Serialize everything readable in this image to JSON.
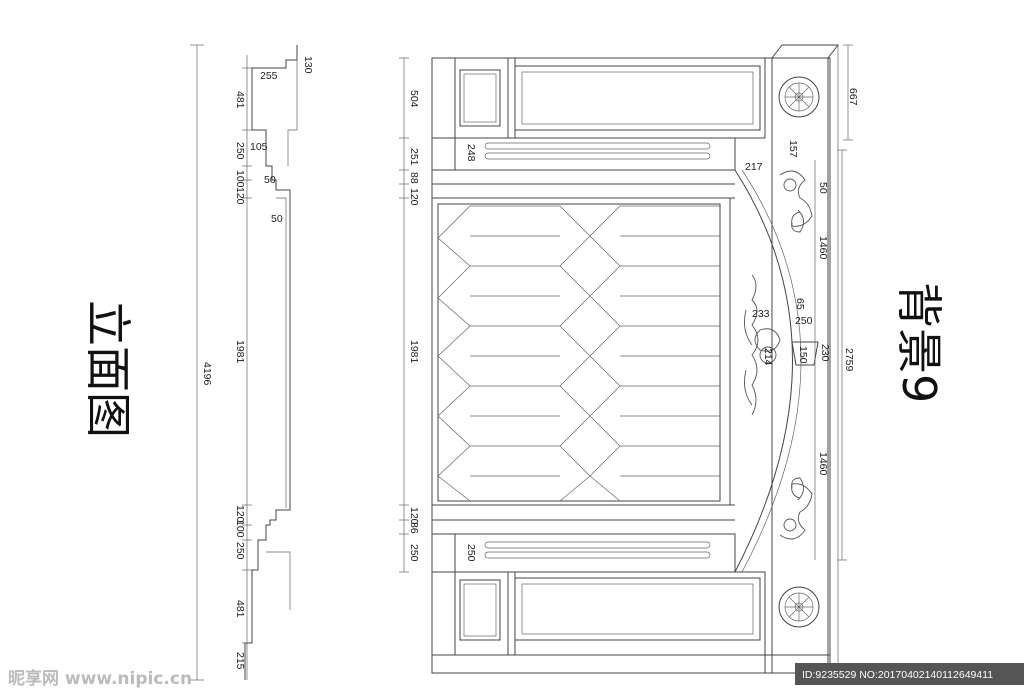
{
  "titles": {
    "section_left": "立面图",
    "section_right": "背景9"
  },
  "left_dims": {
    "d130": "130",
    "d255": "255",
    "d481a": "481",
    "d250a": "250",
    "d105": "105",
    "d100a": "100",
    "d120a": "120",
    "d50a": "50",
    "d50b": "50",
    "d1981": "1981",
    "d120b": "120",
    "d100b": "100",
    "d250b": "250",
    "d481b": "481",
    "d215": "215",
    "d4196": "4196"
  },
  "mid_dims": {
    "d504": "504",
    "d251": "251",
    "d248": "248",
    "d88": "88",
    "d120a": "120",
    "d1981": "1981",
    "d120b": "120",
    "d86": "86",
    "d250a": "250",
    "d250b": "250"
  },
  "right_dims": {
    "d667": "667",
    "d157": "157",
    "d217": "217",
    "d50": "50",
    "d1460a": "1460",
    "d65": "65",
    "d233": "233",
    "d250": "250",
    "d214": "214",
    "d150": "150",
    "d230": "230",
    "d2759": "2759",
    "d1460b": "1460"
  },
  "footer": {
    "watermark": "昵享网 www.nipic.cn",
    "image_id": "ID:9235529 NO:20170402140112649411"
  }
}
